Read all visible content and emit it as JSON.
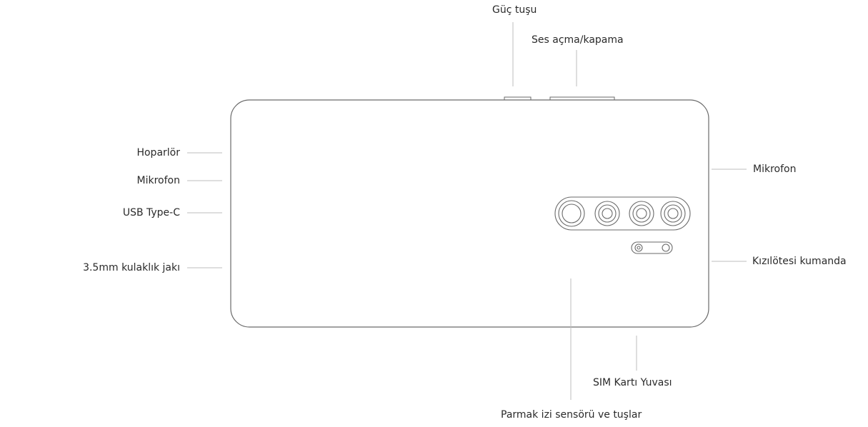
{
  "labels": {
    "power_button": "Güç tuşu",
    "volume_buttons": "Ses açma/kapama",
    "speaker": "Hoparlör",
    "microphone_left": "Mikrofon",
    "usb_port": "USB Type-C",
    "headphone_jack": "3.5mm kulaklık jakı",
    "microphone_right": "Mikrofon",
    "ir_blaster": "Kızılötesi kumanda",
    "sim_slot": "SIM Kartı Yuvası",
    "fingerprint_sensor": "Parmak izi sensörü ve tuşlar"
  },
  "colors": {
    "outline": "#6a6a6a",
    "leader_line": "#bdbdbd",
    "text": "#2a2a2a"
  }
}
